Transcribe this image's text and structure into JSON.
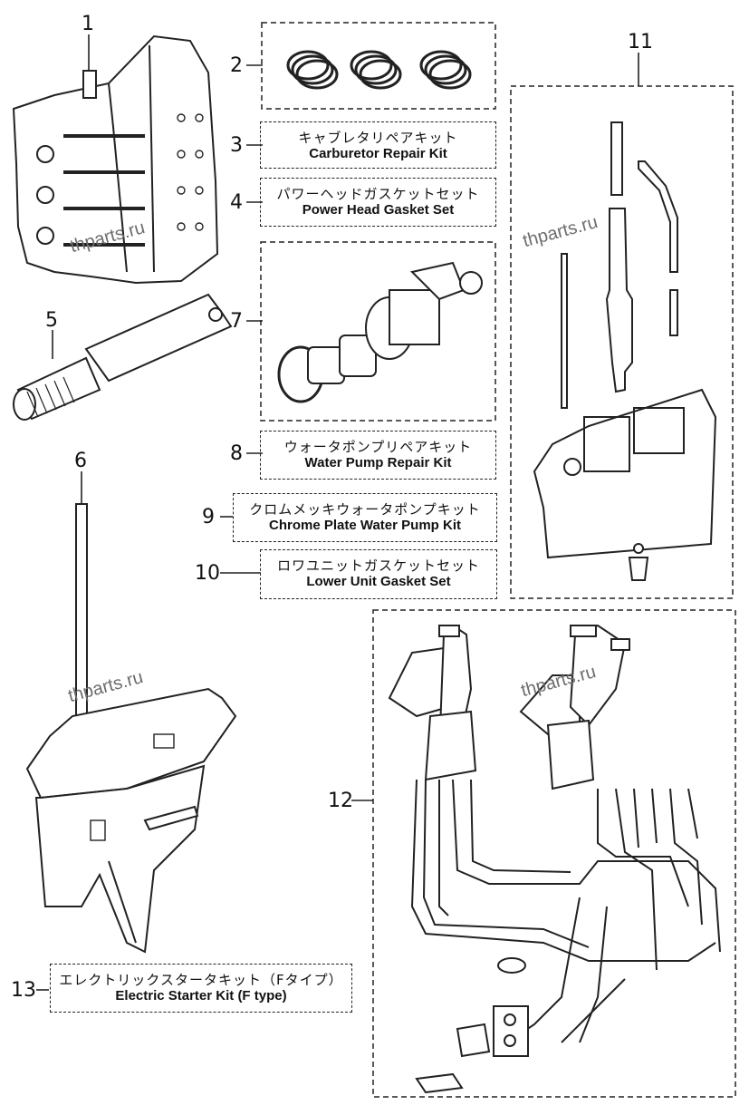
{
  "watermark": "thparts.ru",
  "items": [
    {
      "no": "1"
    },
    {
      "no": "2"
    },
    {
      "no": "3",
      "jp": "キャブレタリペアキット",
      "en": "Carburetor Repair Kit"
    },
    {
      "no": "4",
      "jp": "パワーヘッドガスケットセット",
      "en": "Power Head Gasket Set"
    },
    {
      "no": "5"
    },
    {
      "no": "6"
    },
    {
      "no": "7"
    },
    {
      "no": "8",
      "jp": "ウォータポンプリペアキット",
      "en": "Water Pump Repair Kit"
    },
    {
      "no": "9",
      "jp": "クロムメッキウォータポンプキット",
      "en": "Chrome Plate Water Pump Kit"
    },
    {
      "no": "10",
      "jp": "ロワユニットガスケットセット",
      "en": "Lower Unit Gasket Set"
    },
    {
      "no": "11"
    },
    {
      "no": "12"
    },
    {
      "no": "13",
      "jp": "エレクトリックスタータキット（Fタイプ）",
      "en": "Electric Starter Kit (F type)"
    }
  ]
}
